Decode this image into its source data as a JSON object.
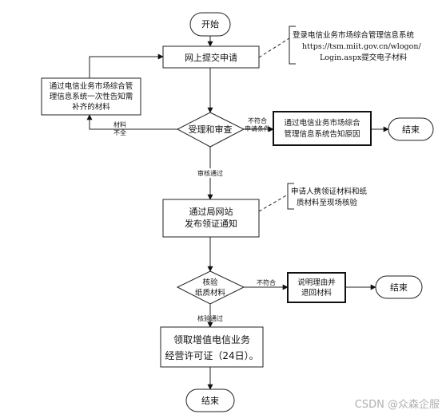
{
  "nodes": {
    "start": "开始",
    "submit": "网上提交申请",
    "review": "受理和审查",
    "notify_reason": [
      "通过电信业务市场综合",
      "管理信息系统告知原因"
    ],
    "end1": "结束",
    "supplement": [
      "通过电信业务市场综合管",
      "理信息系统一次性告知需",
      "补齐的材料"
    ],
    "publish": [
      "通过局网站",
      "发布领证通知"
    ],
    "verify": [
      "核验",
      "纸质材料"
    ],
    "return": [
      "说明理由并",
      "退回材料"
    ],
    "end2": "结束",
    "receive": [
      "领取增值电信业务",
      "经营许可证（24日）。"
    ],
    "end3": "结束"
  },
  "notes": {
    "online": [
      "登录电信业务市场综合管理信息系统",
      "https://tsm.miit.gov.cn/wlogon/",
      "Login.aspx提交电子材料"
    ],
    "carry": [
      "申请人携领证材料和纸",
      "质材料至现场核验"
    ]
  },
  "edges": {
    "incomplete": [
      "材料",
      "不全"
    ],
    "not_meet": [
      "不符合",
      "申请条件"
    ],
    "review_pass": "审核通过",
    "not_conform": "不符合",
    "verify_pass": "核验通过"
  },
  "watermark": "CSDN @众森企服"
}
